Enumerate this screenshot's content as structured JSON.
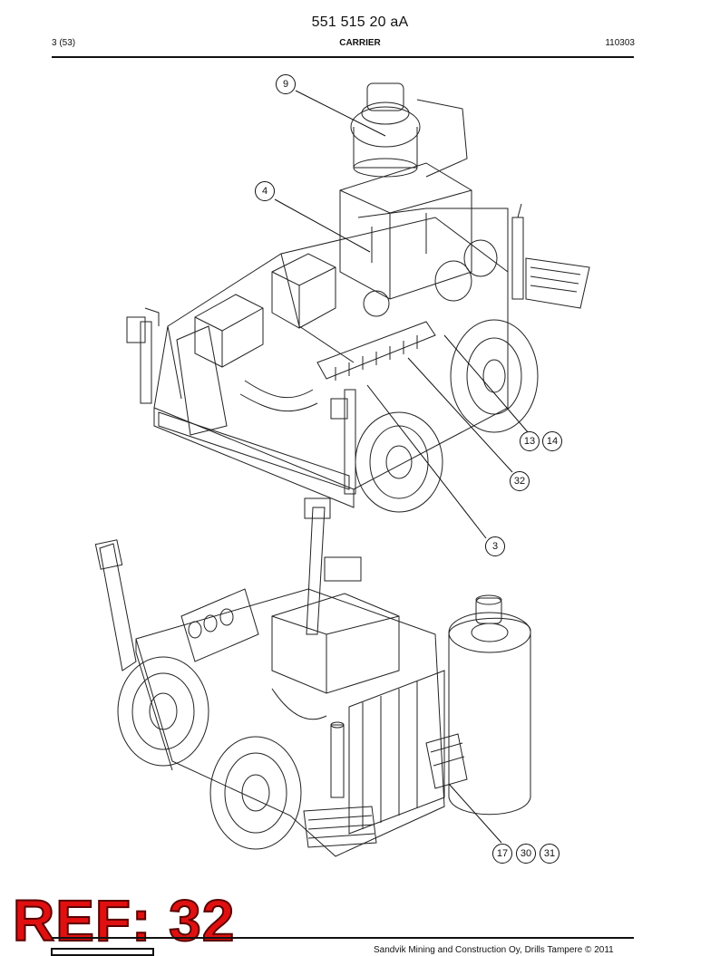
{
  "header": {
    "doc_number": "551 515 20 aA",
    "page_of": "3 (53)",
    "section_title": "CARRIER",
    "date_code": "110303"
  },
  "callouts": [
    {
      "id": "c9",
      "label": "9"
    },
    {
      "id": "c4",
      "label": "4"
    },
    {
      "id": "c13",
      "label": "13"
    },
    {
      "id": "c14",
      "label": "14"
    },
    {
      "id": "c32",
      "label": "32"
    },
    {
      "id": "c3",
      "label": "3"
    },
    {
      "id": "c17",
      "label": "17"
    },
    {
      "id": "c30",
      "label": "30"
    },
    {
      "id": "c31",
      "label": "31"
    }
  ],
  "stamp": {
    "text": "REF: 32",
    "color": "#e01010"
  },
  "footer": {
    "copyright": "Sandvik Mining and Construction Oy, Drills Tampere © 2011"
  }
}
